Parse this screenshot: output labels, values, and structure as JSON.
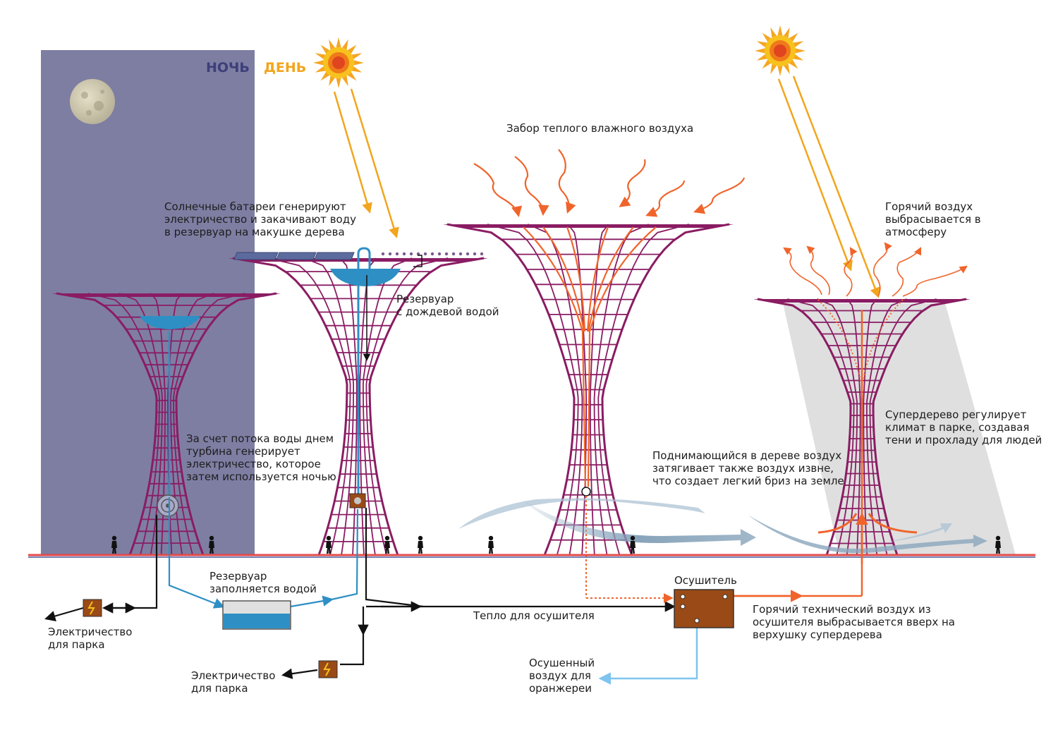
{
  "labels": {
    "night": "НОЧЬ",
    "day": "ДЕНЬ",
    "solar_panels": [
      "Солнечные батареи генерируют",
      "электричество и закачивают воду",
      "в резервуар на макушке дерева"
    ],
    "reservoir_rain": [
      "Резервуар",
      "с дождевой водой"
    ],
    "warm_air_intake": "Забор теплого влажного воздуха",
    "hot_air_out": [
      "Горячий воздух",
      "выбрасывается в",
      "атмосферу"
    ],
    "turbine": [
      "За счет потока воды днем",
      "турбина генерирует",
      "электричество, которое",
      "затем используется ночью"
    ],
    "rising_air": [
      "Поднимающийся в дереве воздух",
      "затягивает также воздух извне,",
      "что создает легкий бриз на земле"
    ],
    "supertree_climate": [
      "Супердерево регулирует",
      "климат в парке, создавая",
      "тени и прохладу для людей"
    ],
    "reservoir_fill": [
      "Резервуар",
      "заполняется водой"
    ],
    "dehumidifier": "Осушитель",
    "heat_for_dehumidifier": "Тепло для осушителя",
    "hot_tech_air": [
      "Горячий технический воздух из",
      "осушителя выбрасывается вверх на",
      "верхушку супердерева"
    ],
    "electricity_park_1": [
      "Электричество",
      "для парка"
    ],
    "electricity_park_2": [
      "Электричество",
      "для парка"
    ],
    "dried_air": [
      "Осушенный",
      "воздух для",
      "оранжереи"
    ]
  },
  "colors": {
    "night_panel": "#7e7ea3",
    "night_text": "#3d3f7a",
    "day_text": "#f2a51d",
    "tree": "#8a1c63",
    "water": "#2e8fc4",
    "hot_air": "#f0642b",
    "ground": "#e34b4b",
    "dehumidifier_box": "#9a4a16",
    "dried_air": "#7fc4ee",
    "sun": "#f29a1b"
  }
}
